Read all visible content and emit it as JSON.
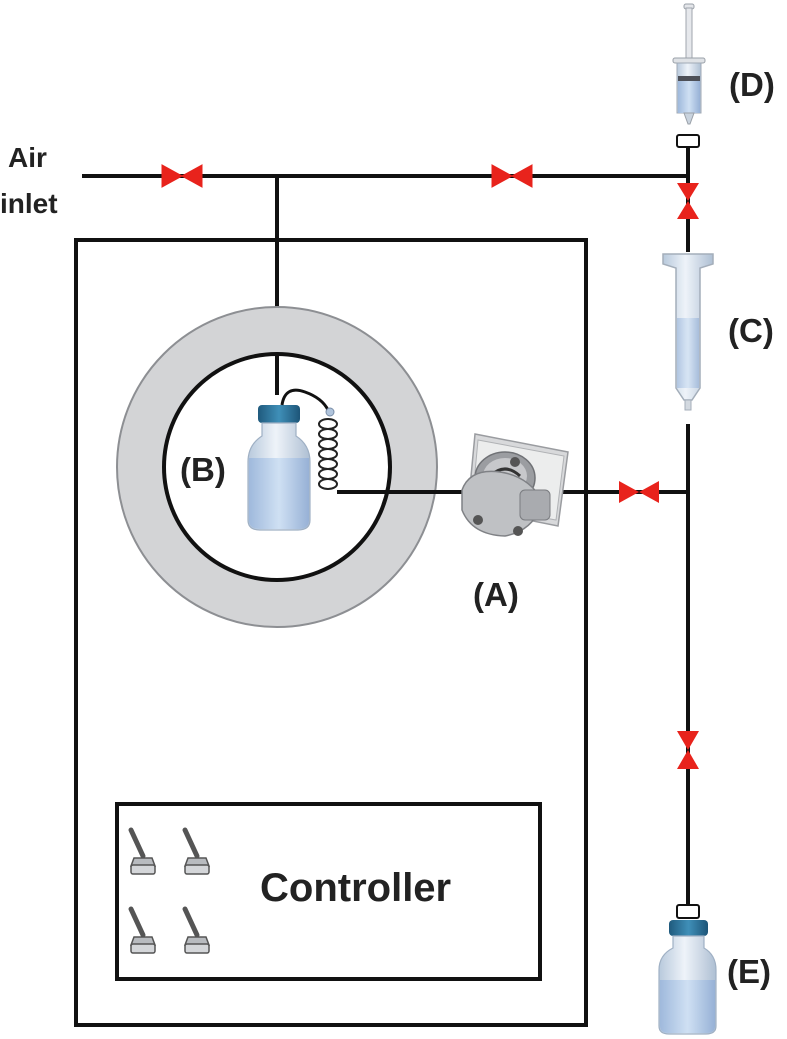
{
  "labels": {
    "air_inlet_line1": "Air",
    "air_inlet_line2": "inlet",
    "pump": "(A)",
    "bottle_b": "(B)",
    "column_c": "(C)",
    "syringe_d": "(D)",
    "bottle_e": "(E)",
    "controller": "Controller"
  },
  "colors": {
    "line": "#111111",
    "valve": "#e8231c",
    "incubator_ring": "#d3d4d6",
    "incubator_ring_edge": "#8d8f93",
    "liquid": "#c6d9ef",
    "cap": "#2a6f97"
  },
  "icons": {
    "valves": "bowtie-valve-icon",
    "pump": "peristaltic-pump-icon",
    "switches": "toggle-switch-icon"
  }
}
